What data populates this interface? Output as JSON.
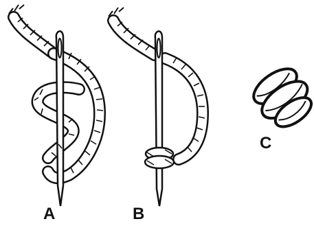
{
  "diagram": {
    "steps": [
      {
        "label": "A"
      },
      {
        "label": "B"
      },
      {
        "label": "C"
      }
    ],
    "colors": {
      "ink": "#111111",
      "fill": "#ffffff"
    }
  }
}
